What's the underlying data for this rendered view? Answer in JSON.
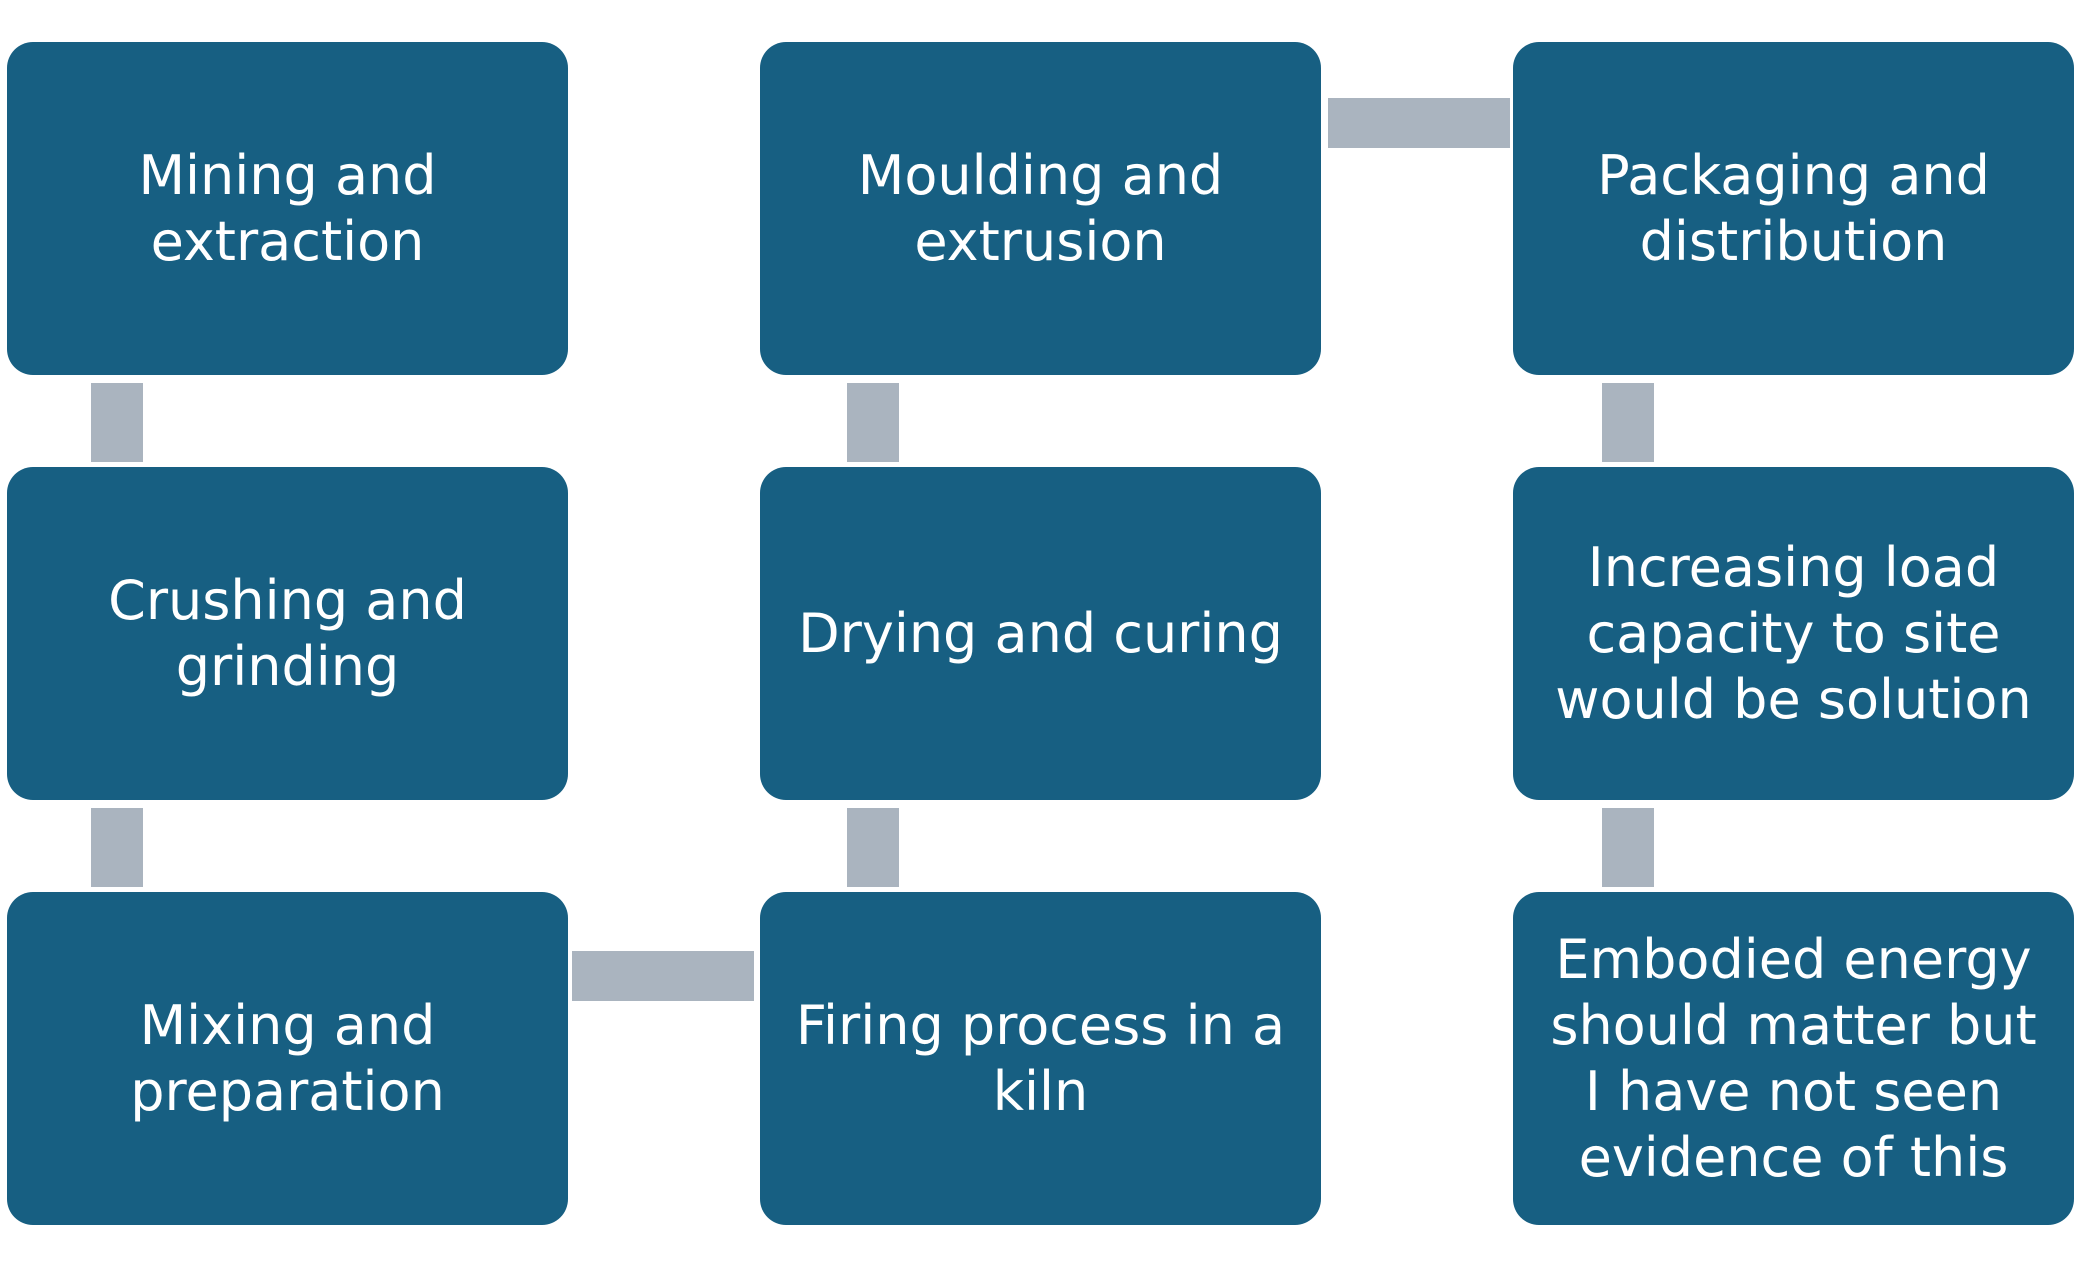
{
  "colors": {
    "box_fill": "#175f82",
    "box_text": "#ffffff",
    "connector": "#aab4bf",
    "background": "#ffffff"
  },
  "steps": [
    {
      "label": "Mining and extraction"
    },
    {
      "label": "Crushing and grinding"
    },
    {
      "label": "Mixing and preparation"
    },
    {
      "label": "Firing process in a kiln"
    },
    {
      "label": "Drying and curing"
    },
    {
      "label": "Moulding and extrusion"
    },
    {
      "label": "Packaging and distribution"
    },
    {
      "label": "Increasing load capacity to site would be solution"
    },
    {
      "label": "Embodied energy should matter but I have not seen evidence of this"
    }
  ]
}
